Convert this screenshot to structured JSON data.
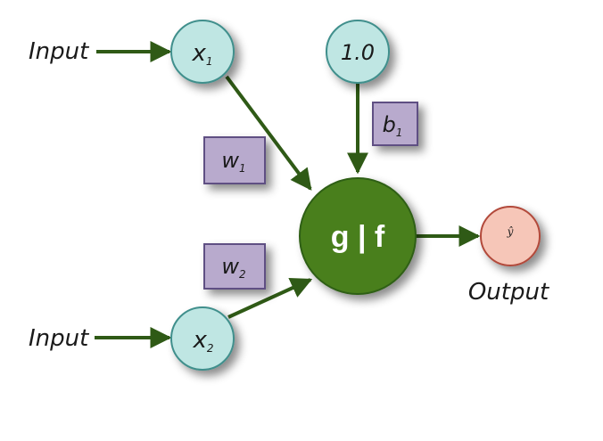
{
  "input_labels": {
    "top": "Input",
    "bottom": "Input"
  },
  "nodes": {
    "x1": {
      "main": "x",
      "sub": "1"
    },
    "x2": {
      "main": "x",
      "sub": "2"
    },
    "bias": {
      "label": "1.0"
    },
    "core": {
      "label": "g | f"
    },
    "output": {
      "label": "ŷ"
    }
  },
  "weights": {
    "w1": {
      "main": "w",
      "sub": "1"
    },
    "w2": {
      "main": "w",
      "sub": "2"
    },
    "b1": {
      "main": "b",
      "sub": "1"
    }
  },
  "output_label": "Output",
  "colors": {
    "input_node_fill": "#bfe6e3",
    "input_node_stroke": "#3f8f8c",
    "core_fill": "#4a7f1f",
    "core_stroke": "#2f5f12",
    "output_fill": "#f6c6b8",
    "output_stroke": "#b24a3a",
    "weight_box_fill": "#b8aacd",
    "weight_box_stroke": "#5f4f83",
    "arrow": "#2f5a16"
  }
}
